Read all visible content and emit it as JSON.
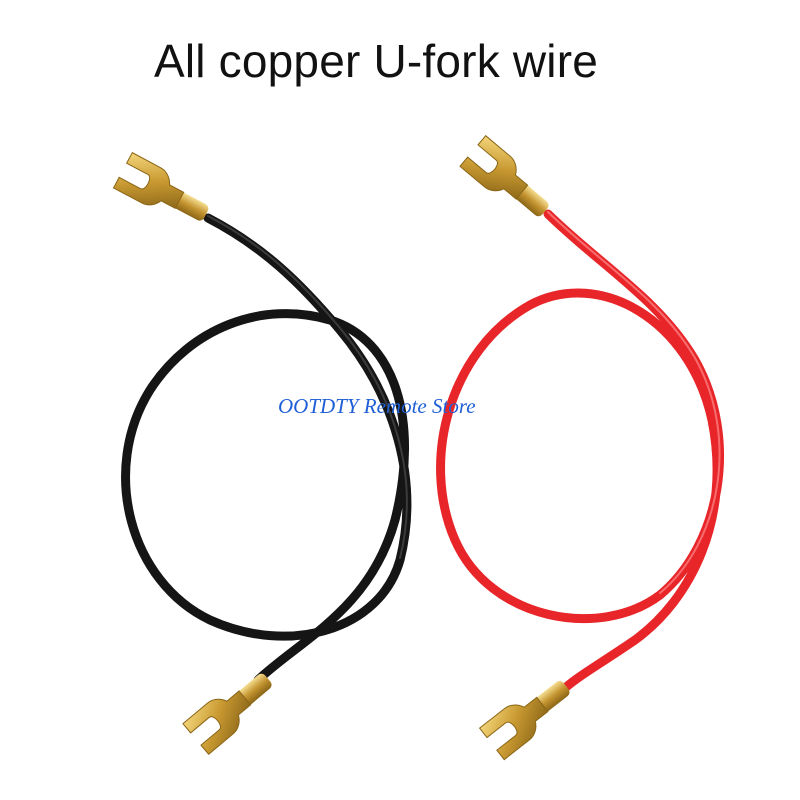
{
  "title": "All copper U-fork wire",
  "watermark": "OOTDTY Remote Store",
  "colors": {
    "black_wire": "#151515",
    "red_wire": "#e8262a",
    "terminal_gold": "#c99a32",
    "watermark": "#1f5fd6"
  },
  "objects": {
    "black_cable": "black insulated wire with U-fork terminals at both ends",
    "red_cable": "red insulated wire with U-fork terminals at both ends"
  }
}
